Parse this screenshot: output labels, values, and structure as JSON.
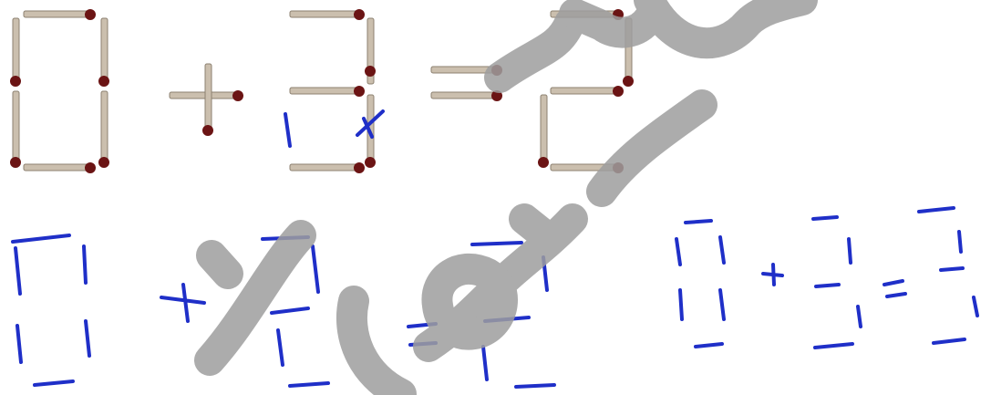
{
  "puzzle": {
    "left_operand": "0",
    "operator": "+",
    "right_operand": "3",
    "equals": "=",
    "result": "2"
  },
  "colors": {
    "ink": "#1f2fc8",
    "match_stick": "#cbbfae",
    "match_head": "#6b1414",
    "watermark": "#9e9e9e",
    "background": "#ffffff"
  },
  "icons": {
    "watermark": "watermark-logo-icon"
  }
}
